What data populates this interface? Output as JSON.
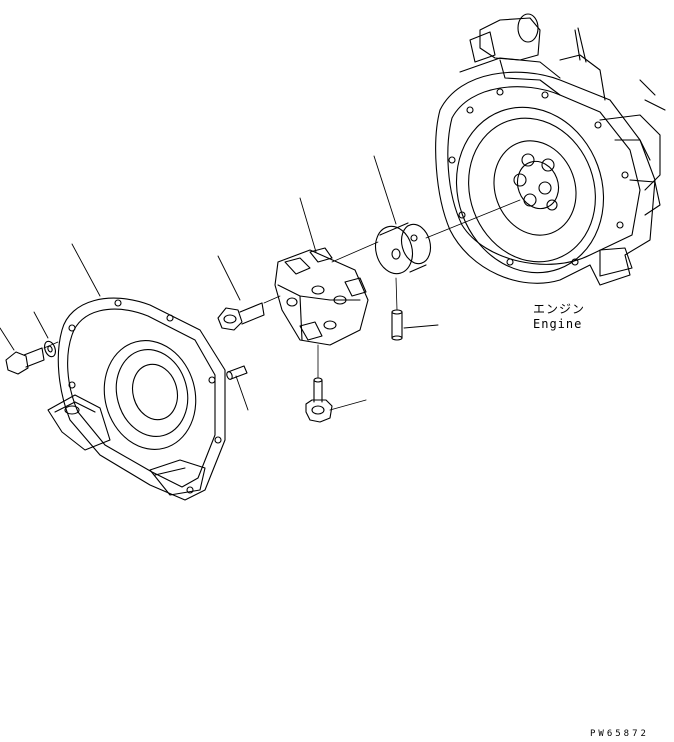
{
  "labels": {
    "engine_jp": "エンジン",
    "engine_en": "Engine",
    "drawing_number": "PW65872"
  },
  "colors": {
    "line": "#000000",
    "background": "#ffffff"
  }
}
